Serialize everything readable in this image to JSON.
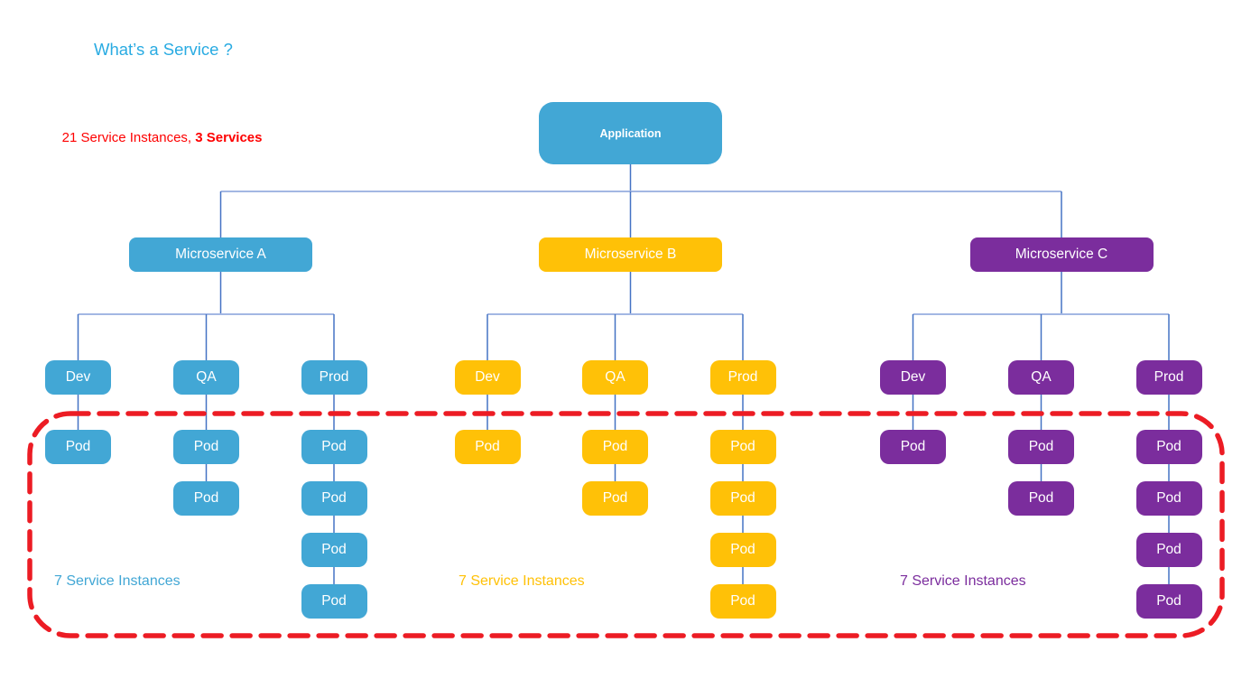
{
  "title": "What’s a Service ?",
  "summary": {
    "prefix": "21 Service Instances, ",
    "bold": "3 Services"
  },
  "root": {
    "label": "Application"
  },
  "services": [
    {
      "name": "Microservice A",
      "color": "#42A7D5",
      "instances_label": "7 Service Instances",
      "environments": [
        {
          "label": "Dev",
          "pods": [
            "Pod"
          ]
        },
        {
          "label": "QA",
          "pods": [
            "Pod",
            "Pod"
          ]
        },
        {
          "label": "Prod",
          "pods": [
            "Pod",
            "Pod",
            "Pod",
            "Pod"
          ]
        }
      ]
    },
    {
      "name": "Microservice B",
      "color": "#FFC107",
      "instances_label": "7 Service Instances",
      "environments": [
        {
          "label": "Dev",
          "pods": [
            "Pod"
          ]
        },
        {
          "label": "QA",
          "pods": [
            "Pod",
            "Pod"
          ]
        },
        {
          "label": "Prod",
          "pods": [
            "Pod",
            "Pod",
            "Pod",
            "Pod"
          ]
        }
      ]
    },
    {
      "name": "Microservice C",
      "color": "#7B2D9D",
      "instances_label": "7 Service Instances",
      "environments": [
        {
          "label": "Dev",
          "pods": [
            "Pod"
          ]
        },
        {
          "label": "QA",
          "pods": [
            "Pod",
            "Pod"
          ]
        },
        {
          "label": "Prod",
          "pods": [
            "Pod",
            "Pod",
            "Pod",
            "Pod"
          ]
        }
      ]
    }
  ],
  "colors": {
    "title": "#29ABE2",
    "summary": "#FE0000",
    "application": "#42A7D5",
    "boundary": "#EC1C24",
    "connector_vertical": "#4472C4",
    "connector_horizontal": "#A3B7E3"
  }
}
